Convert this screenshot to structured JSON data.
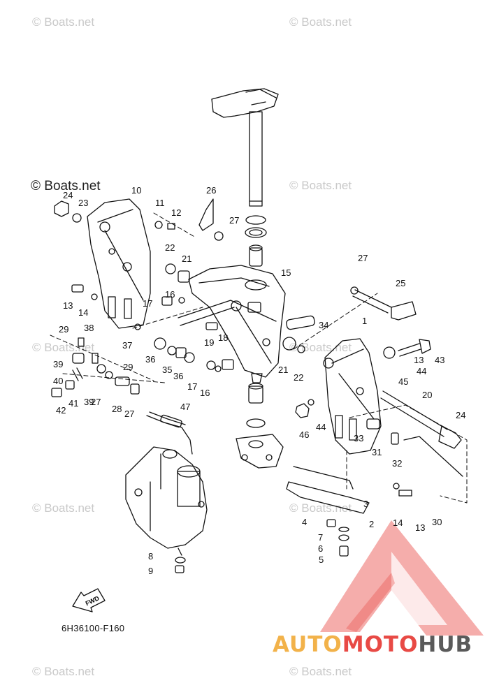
{
  "watermarks": {
    "text": "© Boats.net",
    "main_text": "© Boats.net"
  },
  "diagram": {
    "code": "6H36100-F160",
    "fwd_label": "FWD",
    "callouts": [
      "1",
      "2",
      "3",
      "4",
      "5",
      "6",
      "7",
      "8",
      "9",
      "10",
      "11",
      "12",
      "13",
      "13",
      "13",
      "14",
      "14",
      "15",
      "16",
      "16",
      "17",
      "17",
      "18",
      "19",
      "20",
      "21",
      "21",
      "22",
      "22",
      "23",
      "24",
      "24",
      "25",
      "26",
      "27",
      "27",
      "27",
      "27",
      "28",
      "29",
      "29",
      "30",
      "31",
      "32",
      "33",
      "34",
      "35",
      "36",
      "36",
      "37",
      "38",
      "39",
      "39",
      "40",
      "41",
      "42",
      "43",
      "44",
      "44",
      "45",
      "46",
      "47"
    ]
  },
  "brand": {
    "part1": "AUTO",
    "part2": "MOTO",
    "part3": "HUB",
    "colors": {
      "auto": "#f2b24a",
      "moto": "#e84a45",
      "hub": "#5a5a5a",
      "logo": "#e84a45"
    }
  }
}
